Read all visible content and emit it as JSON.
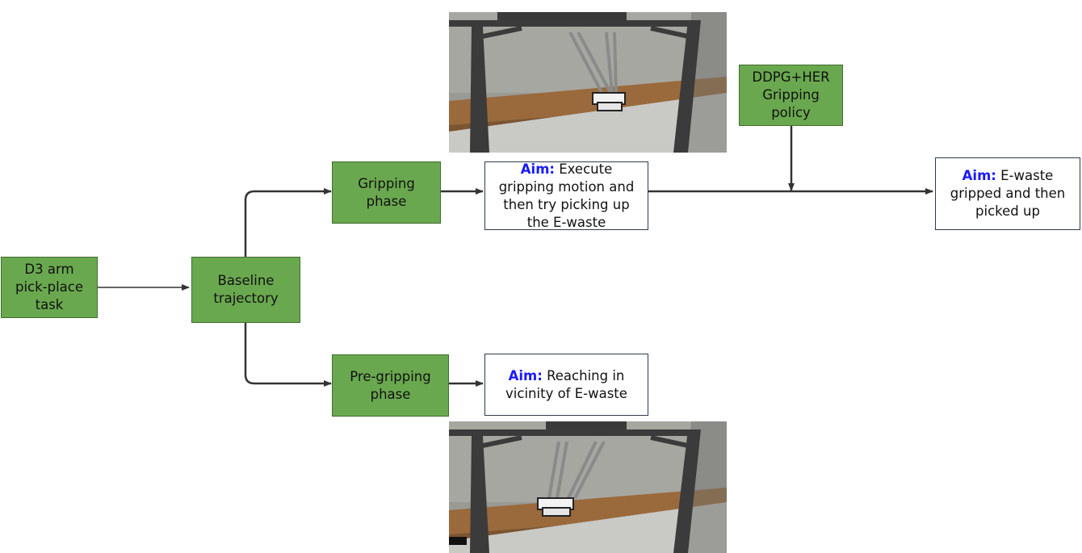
{
  "nodes": {
    "d3_task": "D3 arm\npick-place\ntask",
    "baseline": "Baseline\ntrajectory",
    "gripping_phase": "Gripping\nphase",
    "pregripping_phase": "Pre-gripping\nphase",
    "policy": "DDPG+HER\nGripping\npolicy"
  },
  "aims": {
    "prefix": "Aim:",
    "gripping": "Execute\ngripping motion and\nthen try picking up\nthe E-waste",
    "pregripping": "Reaching in\nvicinity of E-waste",
    "final": "E-waste\ngripped and then\npicked up"
  },
  "colors": {
    "node_fill": "#6aa84f",
    "aim_text": "#1a1aff",
    "arrow": "#333333"
  }
}
